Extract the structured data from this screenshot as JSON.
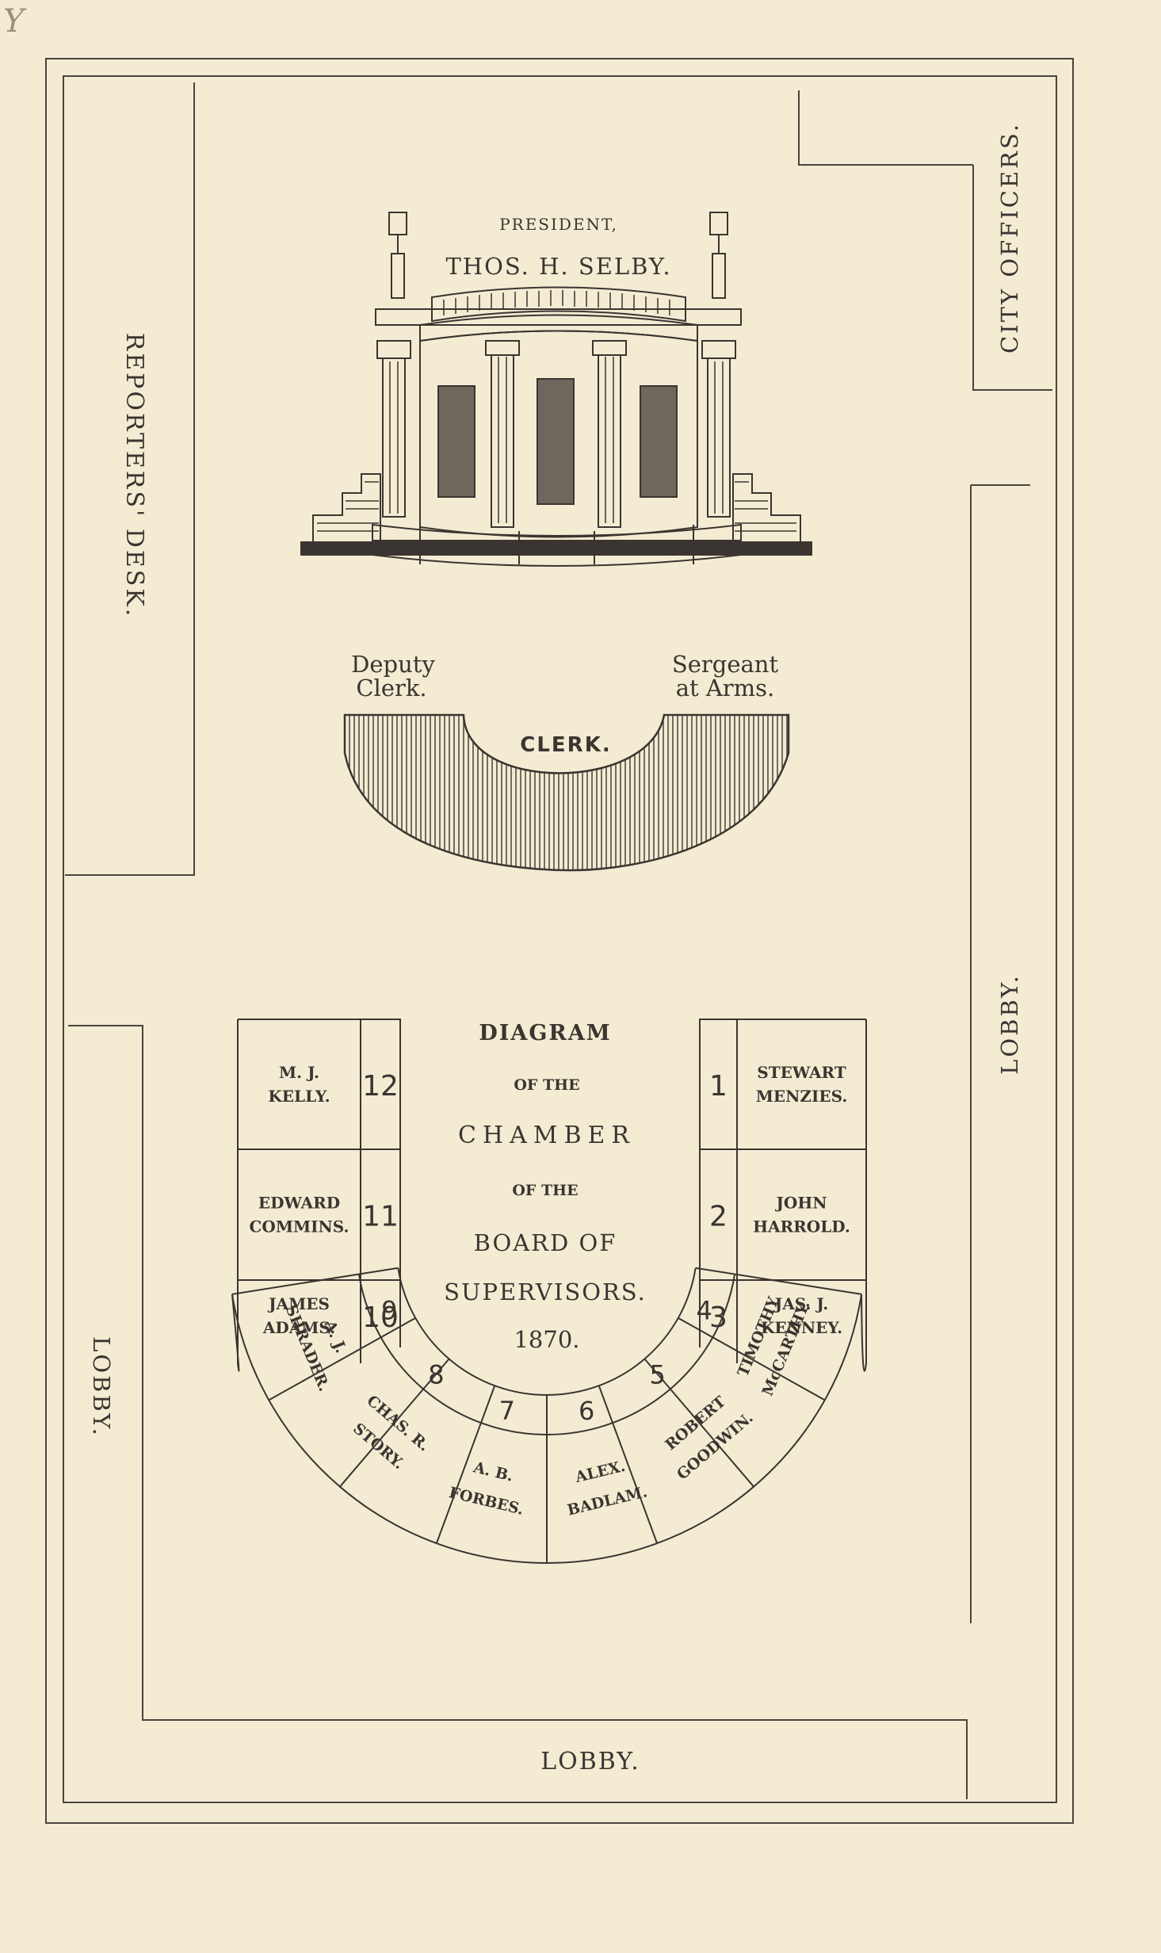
{
  "corner_mark": "Y",
  "president": {
    "title": "PRESIDENT,",
    "name": "THOS. H. SELBY."
  },
  "areas": {
    "city_officers": "CITY OFFICERS.",
    "reporters_desk": "REPORTERS' DESK.",
    "lobby_right": "LOBBY.",
    "lobby_left": "LOBBY.",
    "lobby_bottom": "LOBBY."
  },
  "clerks": {
    "deputy_clerk": [
      "Deputy",
      "Clerk."
    ],
    "sergeant_at_arms": [
      "Sergeant",
      "at Arms."
    ],
    "clerk": "CLERK."
  },
  "center_title": [
    "DIAGRAM",
    "OF THE",
    "CHAMBER",
    "OF THE",
    "BOARD OF",
    "SUPERVISORS.",
    "1870."
  ],
  "seats": [
    {
      "number": "1",
      "name": [
        "STEWART",
        "MENZIES."
      ]
    },
    {
      "number": "2",
      "name": [
        "JOHN",
        "HARROLD."
      ]
    },
    {
      "number": "3",
      "name": [
        "JAS. J.",
        "KENNEY."
      ]
    },
    {
      "number": "4",
      "name": [
        "TIMOTHY",
        "McCARTHY."
      ]
    },
    {
      "number": "5",
      "name": [
        "ROBERT",
        "GOODWIN."
      ]
    },
    {
      "number": "6",
      "name": [
        "ALEX.",
        "BADLAM."
      ]
    },
    {
      "number": "7",
      "name": [
        "A. B.",
        "FORBES."
      ]
    },
    {
      "number": "8",
      "name": [
        "CHAS. R.",
        "STORY."
      ]
    },
    {
      "number": "9",
      "name": [
        "A. J.",
        "SHRADER."
      ]
    },
    {
      "number": "10",
      "name": [
        "JAMES",
        "ADAMS."
      ]
    },
    {
      "number": "11",
      "name": [
        "EDWARD",
        "COMMINS."
      ]
    },
    {
      "number": "12",
      "name": [
        "M. J.",
        "KELLY."
      ]
    }
  ]
}
